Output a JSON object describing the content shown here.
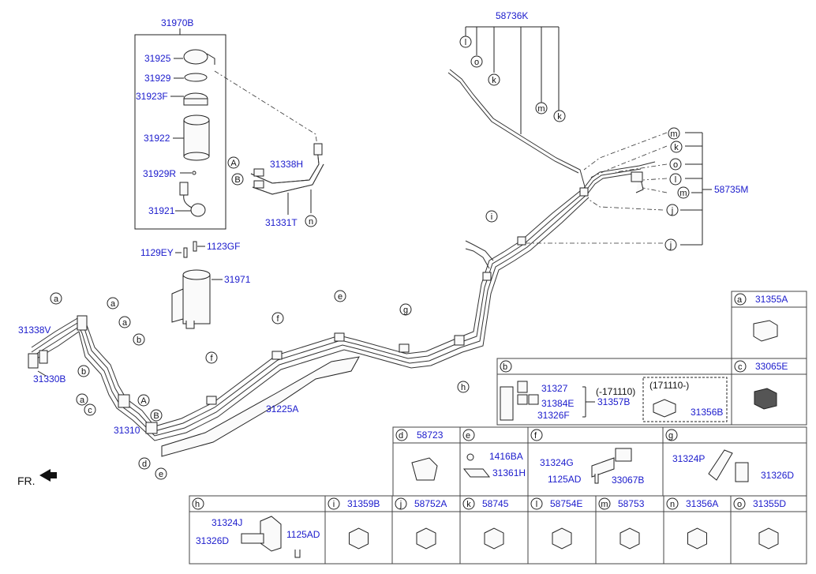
{
  "main_callouts": {
    "p31970B": "31970B",
    "p31925": "31925",
    "p31929": "31929",
    "p31923F": "31923F",
    "p31922": "31922",
    "p31929R": "31929R",
    "p31921": "31921",
    "p31338H": "31338H",
    "p31331T": "31331T",
    "p1129EY": "1129EY",
    "p1123GF": "1123GF",
    "p31971": "31971",
    "p31338V": "31338V",
    "p31330B": "31330B",
    "p31310": "31310",
    "p31225A": "31225A",
    "p58736K": "58736K",
    "p58735M": "58735M"
  },
  "fr_label": "FR.",
  "letter_refs": [
    "a",
    "b",
    "c",
    "d",
    "e",
    "f",
    "g",
    "h",
    "i",
    "j",
    "k",
    "l",
    "m",
    "n",
    "o",
    "A",
    "B"
  ],
  "box_b": {
    "letter": "b",
    "parts": [
      "31327",
      "31384E",
      "31326F",
      "31357B"
    ],
    "date_before": "(-171110)",
    "date_after": "(171110-)",
    "part_after": "31356B"
  },
  "legend_top": [
    {
      "letter": "a",
      "part": "31355A"
    },
    {
      "letter": "c",
      "part": "33065E"
    }
  ],
  "row1": [
    {
      "letter": "d",
      "part": "58723"
    },
    {
      "letter": "e",
      "part": "",
      "callouts": [
        "1416BA",
        "31361H"
      ]
    },
    {
      "letter": "f",
      "part": "",
      "callouts": [
        "31324G",
        "1125AD",
        "33067B"
      ]
    },
    {
      "letter": "g",
      "part": "",
      "callouts": [
        "31324P",
        "31326D"
      ]
    }
  ],
  "row2": [
    {
      "letter": "h",
      "part": "",
      "callouts": [
        "31324J",
        "31326D",
        "1125AD"
      ]
    },
    {
      "letter": "i",
      "part": "31359B"
    },
    {
      "letter": "j",
      "part": "58752A"
    },
    {
      "letter": "k",
      "part": "58745"
    },
    {
      "letter": "l",
      "part": "58754E"
    },
    {
      "letter": "m",
      "part": "58753"
    },
    {
      "letter": "n",
      "part": "31356A"
    },
    {
      "letter": "o",
      "part": "31355D"
    }
  ]
}
